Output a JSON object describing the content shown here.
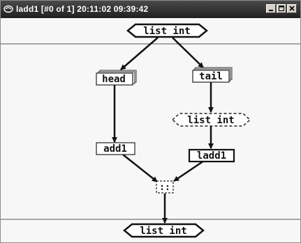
{
  "window": {
    "title": "ladd1 [#0 of 1]  20:11:02 09:39:42",
    "controls": [
      "minimize-icon",
      "maximize-icon",
      "close-icon"
    ]
  },
  "diagram": {
    "input_node": "list int",
    "nodes": {
      "head": "head",
      "tail": "tail",
      "mid_list": "list int",
      "add1": "add1",
      "ladd1": "ladd1",
      "cons": "::"
    },
    "output_node": "list int"
  }
}
